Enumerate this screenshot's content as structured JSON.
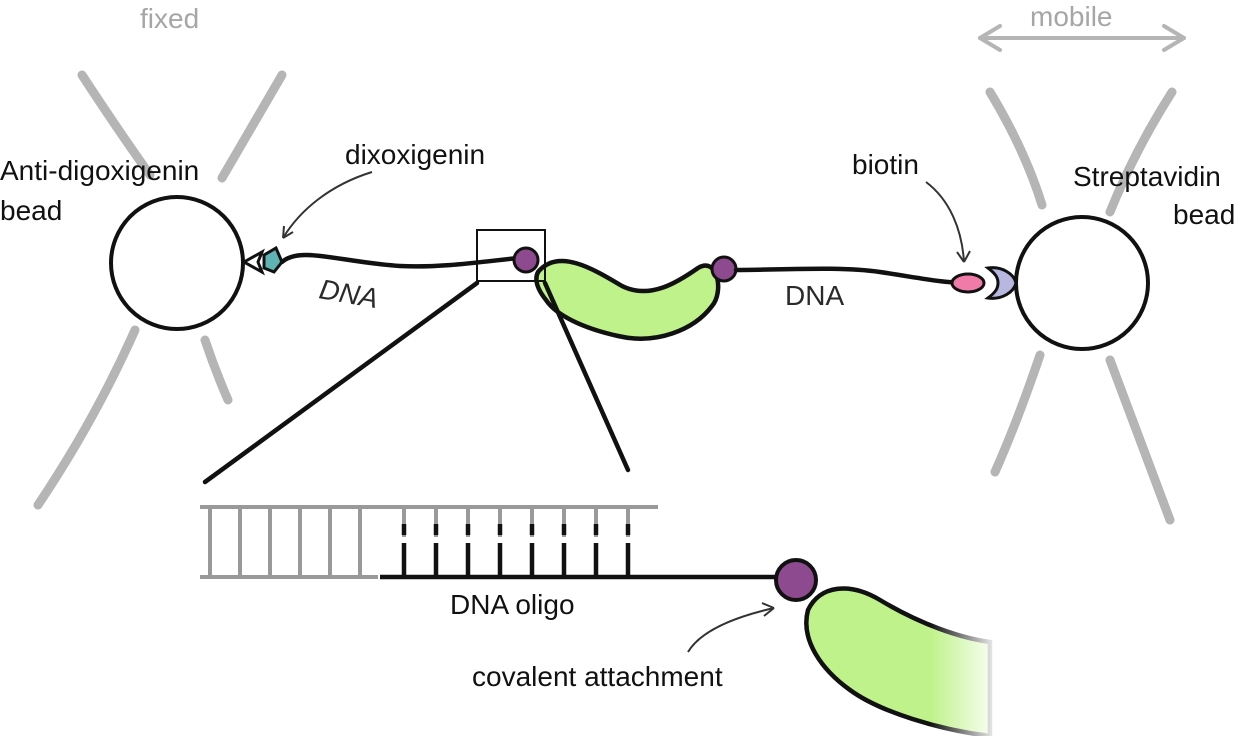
{
  "labels": {
    "fixed": "fixed",
    "mobile": "mobile",
    "anti_dig_line1": "Anti-digoxigenin",
    "anti_dig_line2": "bead",
    "strep_line1": "Streptavidin",
    "strep_line2": "bead",
    "dixoxigenin": "dixoxigenin",
    "biotin": "biotin",
    "dna_left": "DNA",
    "dna_right": "DNA",
    "dna_oligo": "DNA oligo",
    "covalent": "covalent attachment"
  },
  "colors": {
    "protein": "#bff28a",
    "attachment": "#8e4a8e",
    "biotin": "#f07aa8",
    "streptavidin_pocket": "#b7b7e0",
    "digoxigenin": "#5fb3b3",
    "trap_gray": "#b5b5b5",
    "label_gray": "#a6a6a6"
  }
}
